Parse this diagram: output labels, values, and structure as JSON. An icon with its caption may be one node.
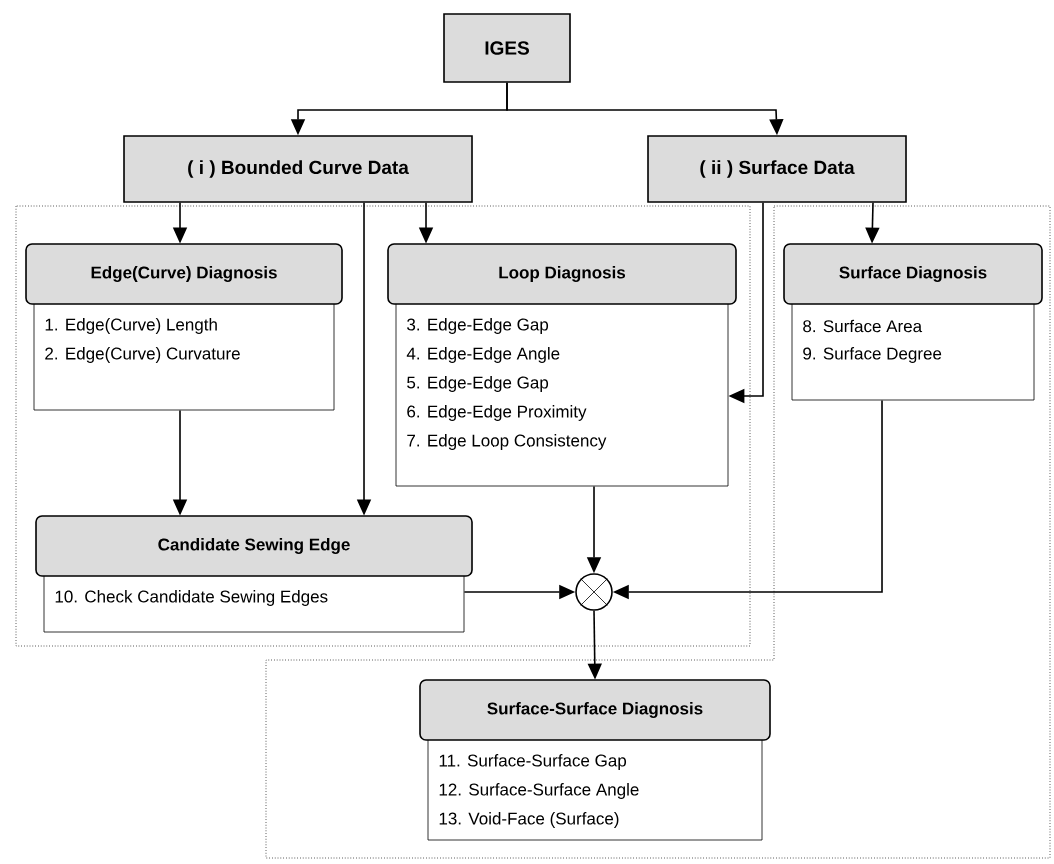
{
  "diagram": {
    "nodes": [
      {
        "text": [
          "IGES"
        ]
      },
      {
        "text": [
          "( i ) Bounded Curve Data"
        ]
      },
      {
        "text": [
          "( ii ) Surface Data"
        ]
      },
      {
        "text": [
          "Edge(Curve) Diagnosis",
          "1. Edge(Curve) Length",
          "2. Edge(Curve) Curvature"
        ]
      },
      {
        "text": [
          "Loop Diagnosis",
          "3. Edge-Edge Gap",
          "4. Edge-Edge Angle",
          "5. Edge-Edge Gap",
          "6. Edge-Edge Proximity",
          "7. Edge Loop Consistency"
        ]
      },
      {
        "text": [
          "Surface Diagnosis",
          "8. Surface Area",
          "9. Surface Degree"
        ]
      },
      {
        "text": [
          "Candidate Sewing Edge",
          "10. Check Candidate Sewing Edges"
        ]
      },
      {
        "text": [],
        "shape": "circle"
      },
      {
        "text": [
          "Surface-Surface Diagnosis",
          "11. Surface-Surface Gap",
          "12. Surface-Surface Angle",
          "13. Void-Face (Surface)"
        ]
      }
    ],
    "edges": [
      {
        "from": 0,
        "to": 1,
        "arrow": "to"
      },
      {
        "from": 0,
        "to": 2,
        "arrow": "to"
      },
      {
        "from": 1,
        "to": 3,
        "arrow": "to"
      },
      {
        "from": 1,
        "to": 6,
        "arrow": "to"
      },
      {
        "from": 1,
        "to": 4,
        "arrow": "to"
      },
      {
        "from": 2,
        "to": 5,
        "arrow": "to"
      },
      {
        "from": 2,
        "to": 4,
        "arrow": "to"
      },
      {
        "from": 3,
        "to": 6,
        "arrow": "to"
      },
      {
        "from": 4,
        "to": 7,
        "arrow": "to"
      },
      {
        "from": 6,
        "to": 7,
        "arrow": "to"
      },
      {
        "from": 5,
        "to": 7,
        "arrow": "to"
      },
      {
        "from": 7,
        "to": 8,
        "arrow": "to"
      }
    ]
  }
}
